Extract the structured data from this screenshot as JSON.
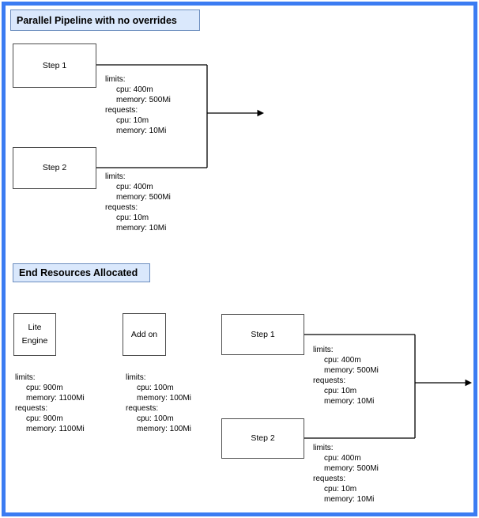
{
  "colors": {
    "frame_blue": "#3b7cf2",
    "title_fill": "#dae8fc",
    "title_stroke": "#6c8ebf"
  },
  "sections": {
    "top": {
      "title": "Parallel Pipeline with no overrides",
      "step1": {
        "label": "Step 1",
        "resources": {
          "limits_label": "limits:",
          "limits_cpu": "cpu: 400m",
          "limits_memory": "memory: 500Mi",
          "requests_label": "requests:",
          "requests_cpu": "cpu: 10m",
          "requests_memory": "memory: 10Mi"
        }
      },
      "step2": {
        "label": "Step 2",
        "resources": {
          "limits_label": "limits:",
          "limits_cpu": "cpu: 400m",
          "limits_memory": "memory: 500Mi",
          "requests_label": "requests:",
          "requests_cpu": "cpu: 10m",
          "requests_memory": "memory: 10Mi"
        }
      }
    },
    "bottom": {
      "title": "End Resources Allocated",
      "lite_engine": {
        "label_line1": "Lite",
        "label_line2": "Engine",
        "resources": {
          "limits_label": "limits:",
          "limits_cpu": "cpu: 900m",
          "limits_memory": "memory: 1100Mi",
          "requests_label": "requests:",
          "requests_cpu": "cpu: 900m",
          "requests_memory": "memory: 1100Mi"
        }
      },
      "add_on": {
        "label": "Add on",
        "resources": {
          "limits_label": "limits:",
          "limits_cpu": "cpu: 100m",
          "limits_memory": "memory: 100Mi",
          "requests_label": "requests:",
          "requests_cpu": "cpu: 100m",
          "requests_memory": "memory: 100Mi"
        }
      },
      "step1": {
        "label": "Step 1",
        "resources": {
          "limits_label": "limits:",
          "limits_cpu": "cpu: 400m",
          "limits_memory": "memory: 500Mi",
          "requests_label": "requests:",
          "requests_cpu": "cpu: 10m",
          "requests_memory": "memory: 10Mi"
        }
      },
      "step2": {
        "label": "Step 2",
        "resources": {
          "limits_label": "limits:",
          "limits_cpu": "cpu: 400m",
          "limits_memory": "memory: 500Mi",
          "requests_label": "requests:",
          "requests_cpu": "cpu: 10m",
          "requests_memory": "memory: 10Mi"
        }
      }
    }
  }
}
